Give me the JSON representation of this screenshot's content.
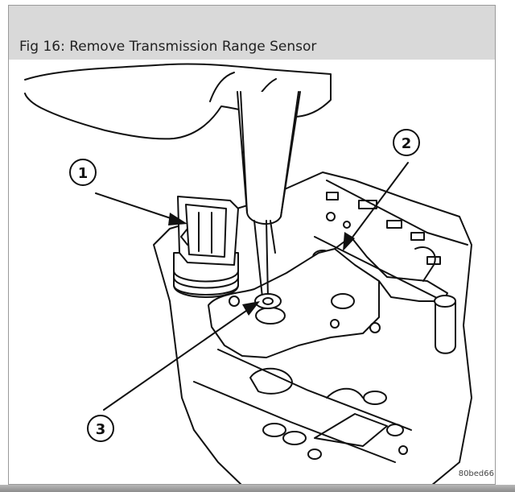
{
  "figure": {
    "caption": "Fig 16: Remove Transmission Range Sensor",
    "callouts": [
      "1",
      "2",
      "3"
    ],
    "credit": "80bed66"
  }
}
